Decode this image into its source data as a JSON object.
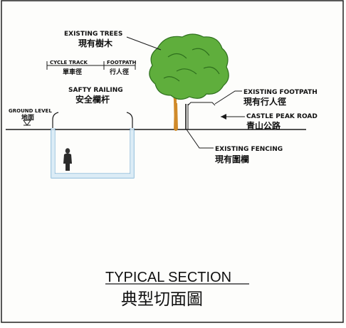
{
  "labels": {
    "existing_trees_en": "EXISTING TREES",
    "existing_trees_zh": "現有樹木",
    "cycle_track_en": "CYCLE TRACK",
    "cycle_track_zh": "單車徑",
    "footpath_en": "FOOTPATH",
    "footpath_zh": "行人徑",
    "safety_railing_en": "SAFTY RAILING",
    "safety_railing_zh": "安全欄杆",
    "ground_level_en": "GROUND LEVEL",
    "ground_level_zh": "地面",
    "existing_footpath_en": "EXISTING FOOTPATH",
    "existing_footpath_zh": "現有行人徑",
    "castle_peak_road_en": "CASTLE PEAK ROAD",
    "castle_peak_road_zh": "青山公路",
    "existing_fencing_en": "EXISTING FENCING",
    "existing_fencing_zh": "現有圍欄"
  },
  "title": {
    "en": "TYPICAL SECTION",
    "zh": "典型切面圖"
  },
  "colors": {
    "channel_fill": "#d6e9f5",
    "channel_stroke": "#6aa5cf",
    "tree_foliage": "#5fae3c",
    "tree_trunk": "#d08a2a",
    "line": "#1a1a1a"
  }
}
